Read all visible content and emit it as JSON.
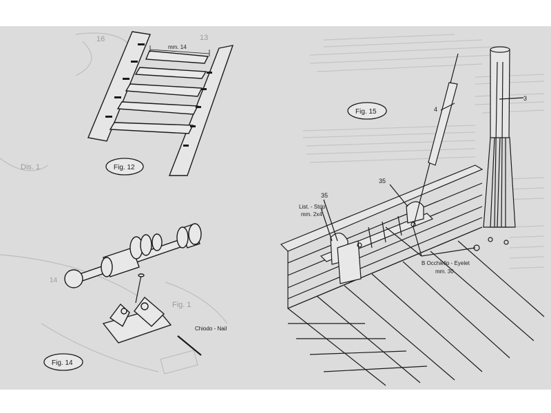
{
  "figures": {
    "fig12": {
      "caption": "Fig. 12",
      "dimension": "mm. 14"
    },
    "fig14": {
      "caption": "Fig. 14",
      "nail_label": "Chiodo - Nail"
    },
    "fig15": {
      "caption": "Fig. 15",
      "part_3": "3",
      "part_4": "4",
      "part_35_top": "35",
      "part_35_mid": "35",
      "strip_label_line1": "List. - Strip",
      "strip_label_line2": "mm. 2x4",
      "eyelet_label_line1": "B Occhiello - Eyelet",
      "eyelet_label_line2": "mm. 30"
    }
  },
  "background_marks": {
    "dis": "Dis. 1",
    "fig1": "Fig. 1",
    "n13": "13",
    "n16": "16",
    "n14": "14"
  },
  "colors": {
    "paper": "#dcdcdc",
    "ink": "#1a1a1a",
    "show_through": "#9a9a9a"
  }
}
